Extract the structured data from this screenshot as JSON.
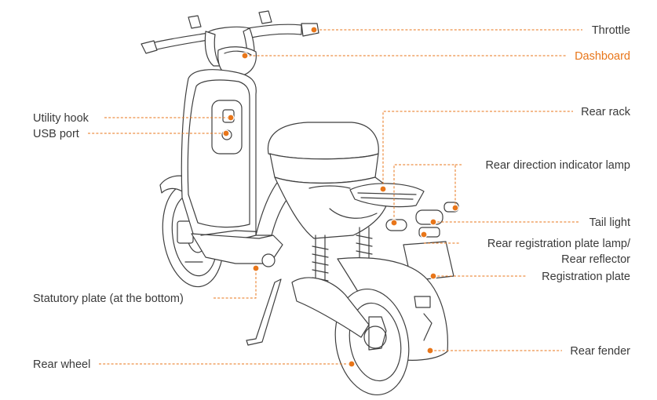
{
  "diagram": {
    "subject": "electric-scooter",
    "accent_color": "#e8761a",
    "label_color": "#3a3a3a",
    "labels": {
      "throttle": "Throttle",
      "dashboard": "Dashboard",
      "utility_hook": "Utility hook",
      "usb_port": "USB port",
      "rear_rack": "Rear rack",
      "rear_direction_indicator_lamp": "Rear direction indicator lamp",
      "tail_light": "Tail light",
      "rear_registration_plate_lamp_line1": "Rear registration plate lamp/",
      "rear_registration_plate_lamp_line2": "Rear reflector",
      "registration_plate": "Registration plate",
      "statutory_plate": "Statutory plate (at the bottom)",
      "rear_fender": "Rear fender",
      "rear_wheel": "Rear wheel"
    },
    "highlighted_label": "Dashboard"
  }
}
